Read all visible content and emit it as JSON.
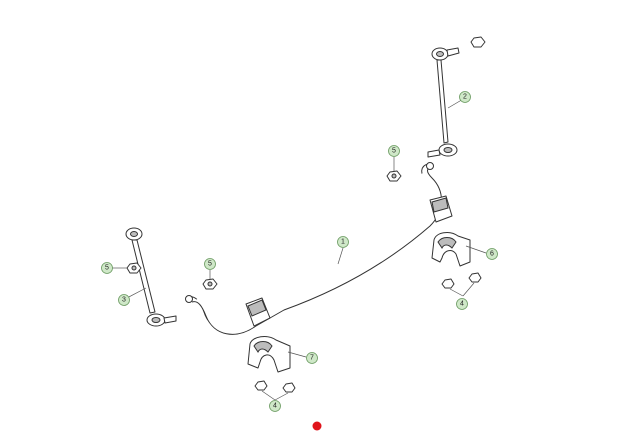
{
  "callouts": [
    {
      "id": "c1",
      "label": "1"
    },
    {
      "id": "c2",
      "label": "2"
    },
    {
      "id": "c3",
      "label": "3"
    },
    {
      "id": "c4a",
      "label": "4"
    },
    {
      "id": "c4b",
      "label": "4"
    },
    {
      "id": "c5a",
      "label": "5"
    },
    {
      "id": "c5b",
      "label": "5"
    },
    {
      "id": "c5c",
      "label": "5"
    },
    {
      "id": "c6",
      "label": "6"
    },
    {
      "id": "c7",
      "label": "7"
    }
  ],
  "colors": {
    "callout_fill": "#cfe8c8",
    "callout_stroke": "#6a9a60",
    "line": "#333333",
    "marker": "#e0141b"
  },
  "marker": {
    "name": "red-dot-marker"
  }
}
